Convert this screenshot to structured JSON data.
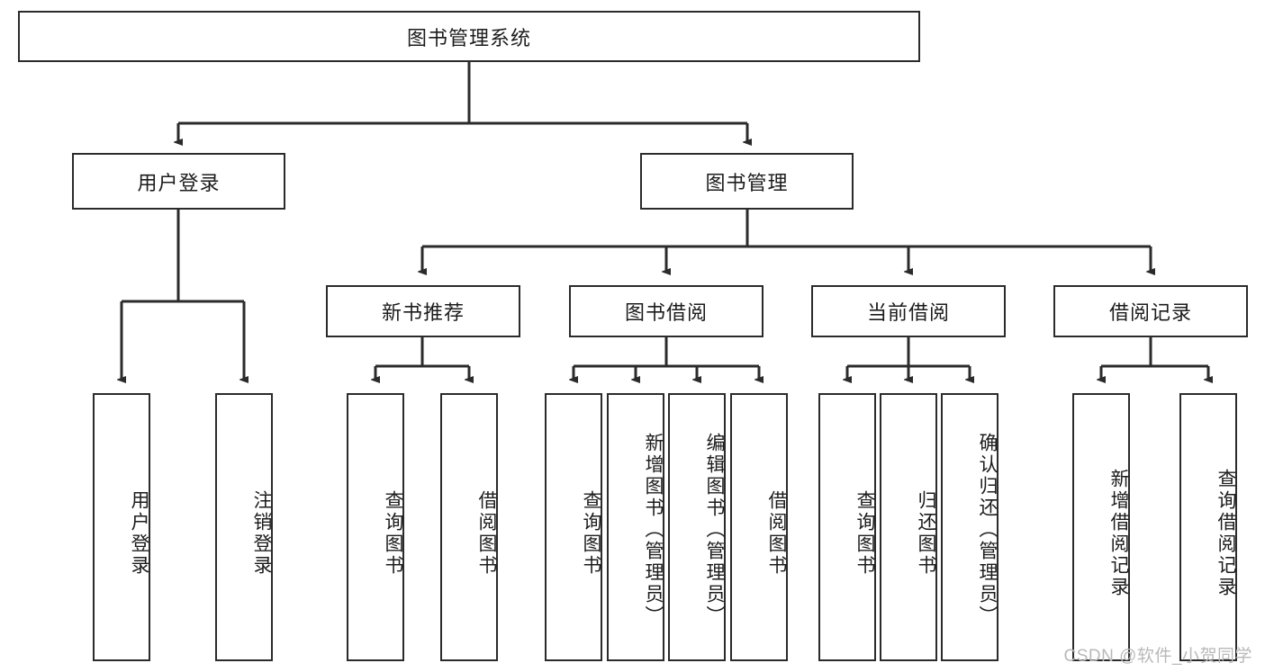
{
  "diagram": {
    "type": "tree-hierarchy",
    "title": "图书管理系统",
    "watermark": "CSDN @软件_小贺同学",
    "colors": {
      "box_border": "#2b2b2b",
      "box_fill": "#ffffff",
      "connector": "#2b2b2b",
      "text": "#1c1c1c",
      "watermark": "#b9b9b9"
    },
    "levels": {
      "root": {
        "label": "图书管理系统"
      },
      "level2": [
        {
          "label": "用户登录"
        },
        {
          "label": "图书管理"
        }
      ],
      "level3": [
        {
          "label": "新书推荐"
        },
        {
          "label": "图书借阅"
        },
        {
          "label": "当前借阅"
        },
        {
          "label": "借阅记录"
        }
      ]
    },
    "leaves": {
      "user_login": [
        {
          "label": "用户登录"
        },
        {
          "label": "注销登录"
        }
      ],
      "new_book_recommend": [
        {
          "label": "查询图书"
        },
        {
          "label": "借阅图书"
        }
      ],
      "book_borrow": [
        {
          "label": "查询图书"
        },
        {
          "label": "新增图书（管理员）"
        },
        {
          "label": "编辑图书（管理员）"
        },
        {
          "label": "借阅图书"
        }
      ],
      "current_borrow": [
        {
          "label": "查询图书"
        },
        {
          "label": "归还图书"
        },
        {
          "label": "确认归还（管理员）"
        }
      ],
      "borrow_record": [
        {
          "label": "新增借阅记录"
        },
        {
          "label": "查询借阅记录"
        }
      ]
    }
  }
}
